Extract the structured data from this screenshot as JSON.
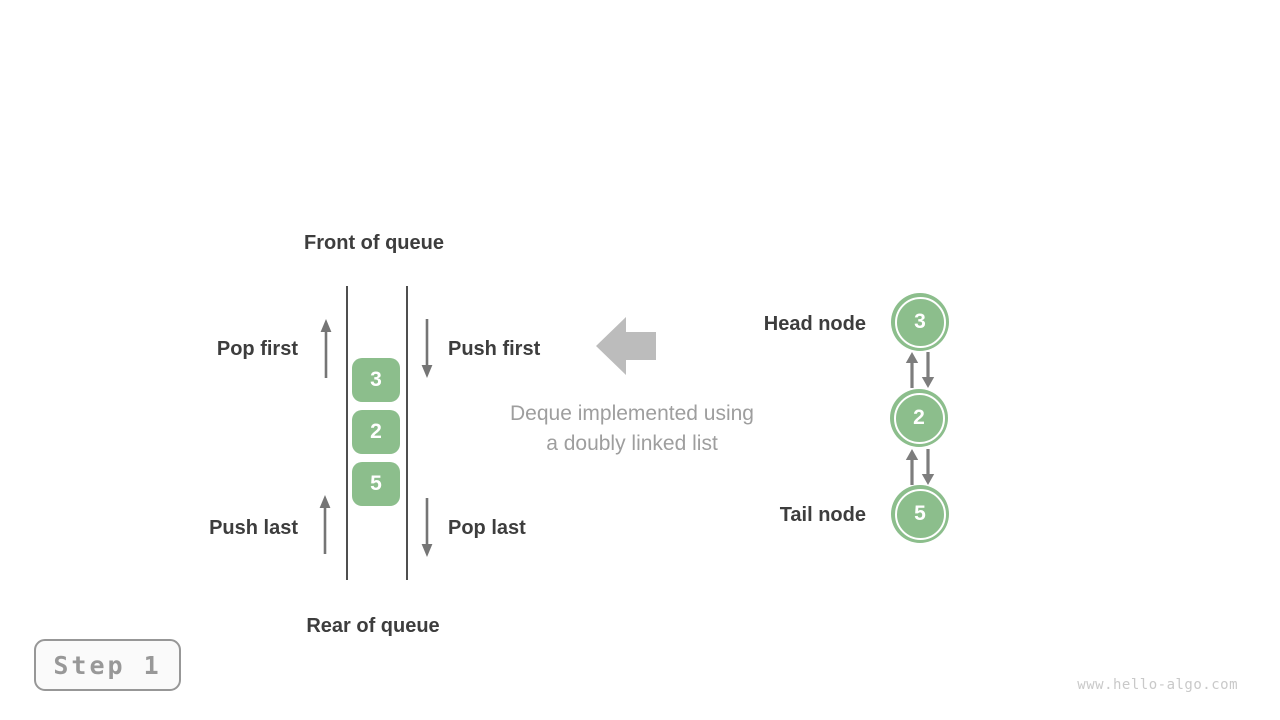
{
  "colors": {
    "node_green": "#8cbe8c",
    "arrow_gray": "#757575",
    "link_arrow_gray": "#7d7d7d",
    "block_arrow_gray": "#bcbcbc",
    "label_dark": "#3d3d3d",
    "caption_gray": "#9e9e9e"
  },
  "queue": {
    "front_label": "Front of queue",
    "rear_label": "Rear of queue",
    "items": [
      "3",
      "2",
      "5"
    ],
    "ops": {
      "pop_first": "Pop first",
      "push_first": "Push first",
      "push_last": "Push last",
      "pop_last": "Pop last"
    }
  },
  "caption": {
    "line1": "Deque implemented using",
    "line2": "a doubly linked list"
  },
  "linked_list": {
    "head_label": "Head node",
    "tail_label": "Tail node",
    "nodes": [
      "3",
      "2",
      "5"
    ]
  },
  "footer": {
    "step_label": "Step 1",
    "watermark": "www.hello-algo.com"
  }
}
